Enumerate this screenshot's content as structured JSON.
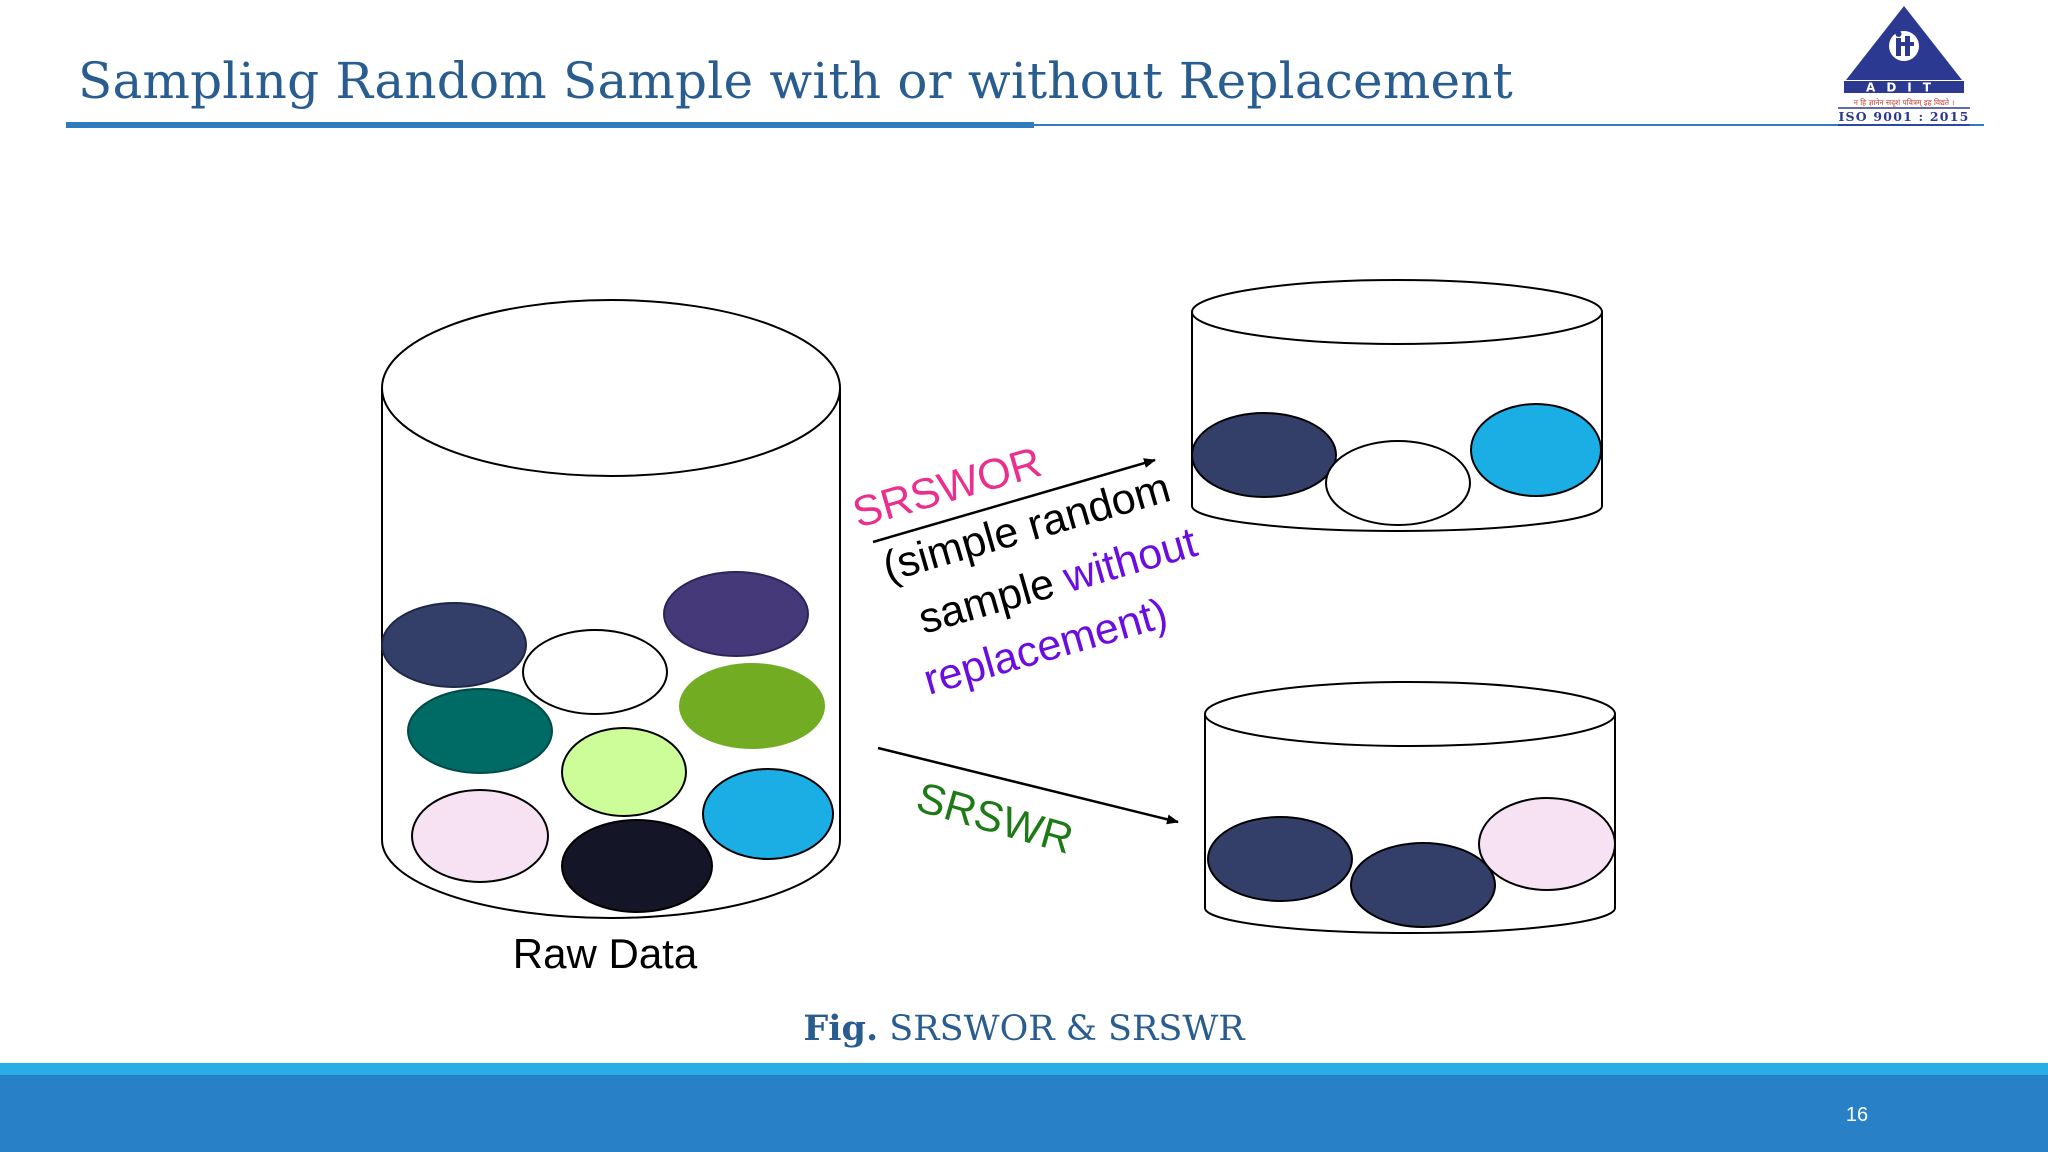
{
  "slide": {
    "title": "Sampling Random Sample with or without Replacement",
    "page_number": "16"
  },
  "logo": {
    "letters": "ADIT",
    "motto": "न हि ज्ञानेन सदृशं पवित्रम् इह विद्यते ।",
    "certification": "ISO 9001 : 2015",
    "color": "#2b3990"
  },
  "diagram": {
    "raw_label": "Raw Data",
    "srswor": {
      "abbr": "SRSWOR",
      "line1": "(simple random",
      "line2a": "sample ",
      "line2b": "without",
      "line3": "replacement)"
    },
    "srswr": {
      "abbr": "SRSWR"
    },
    "colors": {
      "srswor_abbr": "#ea2f8e",
      "without_text": "#6a0dde",
      "srswr_text": "#1e7a16",
      "ball_navy": "#333f69",
      "ball_purple": "#45397a",
      "ball_white": "#ffffff",
      "ball_teal": "#006a64",
      "ball_green": "#72ac23",
      "ball_lightgreen": "#ccfd99",
      "ball_blue": "#1aaee5",
      "ball_pink": "#f7e2f4",
      "ball_black": "#151528"
    }
  },
  "caption": {
    "bold": "Fig.",
    "text": " SRSWOR & SRSWR"
  }
}
